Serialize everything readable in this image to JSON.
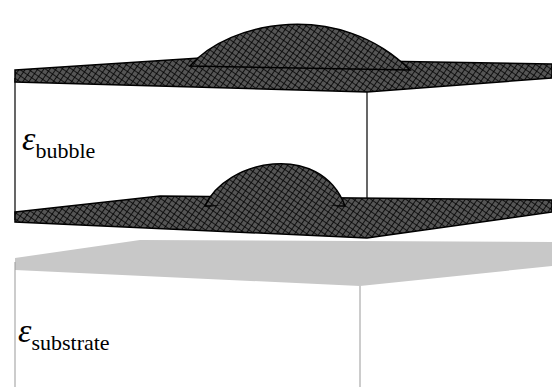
{
  "diagram": {
    "nodes": [
      {
        "text": [
          "ε",
          "bubble"
        ]
      },
      {
        "text": [
          "ε",
          "substrate"
        ]
      }
    ]
  }
}
